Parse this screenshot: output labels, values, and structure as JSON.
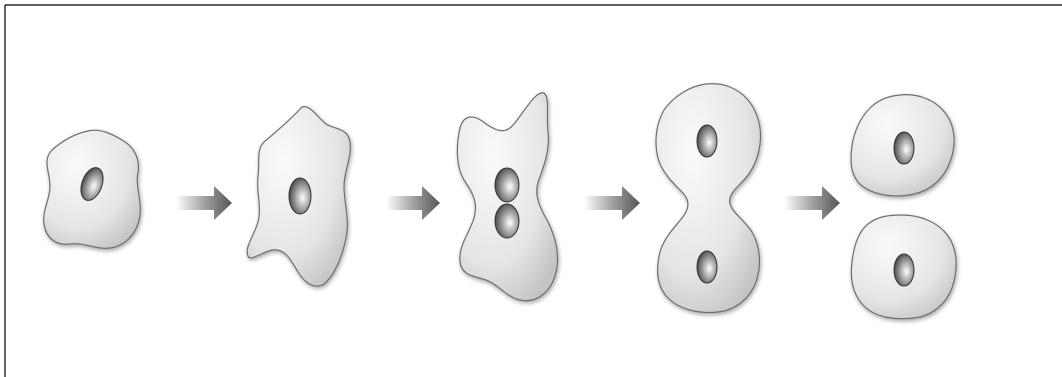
{
  "diagram": {
    "stages": [
      {
        "id": "interphase-cell"
      },
      {
        "id": "elongating-cell"
      },
      {
        "id": "nuclear-division-cell"
      },
      {
        "id": "cytokinesis-cell"
      },
      {
        "id": "daughter-cells"
      }
    ],
    "arrow_count": 4,
    "colors": {
      "cell_fill_light": "#f7f7f7",
      "cell_fill_dark": "#c9c9c9",
      "cell_stroke": "#6e6e6e",
      "nucleus_light": "#ffffff",
      "nucleus_dark": "#4a4a4a",
      "nucleus_stroke": "#333333",
      "arrow_start": "#ffffff",
      "arrow_end": "#5a5a5a",
      "border": "#000000"
    }
  }
}
